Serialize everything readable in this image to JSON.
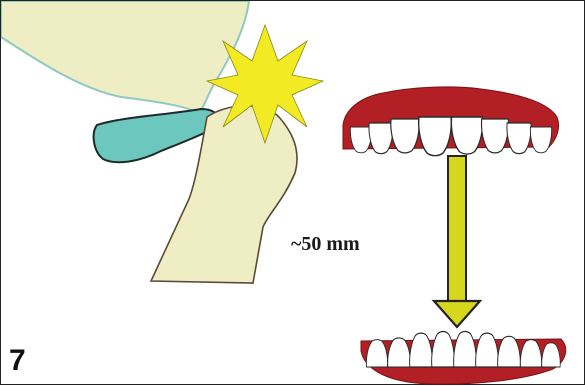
{
  "measurement_label": "~50 mm",
  "figure_number": "7",
  "colors": {
    "bone": "#eeedc4",
    "disc": "#6cc7bf",
    "impact_star": "#f2ea22",
    "gum": "#b21f24",
    "tooth": "#ffffff",
    "arrow": "#d6d61d"
  },
  "icons": [
    "tmj-joint-illustration",
    "impact-star-icon",
    "upper-teeth-icon",
    "lower-teeth-icon",
    "mouth-opening-arrow-icon"
  ]
}
